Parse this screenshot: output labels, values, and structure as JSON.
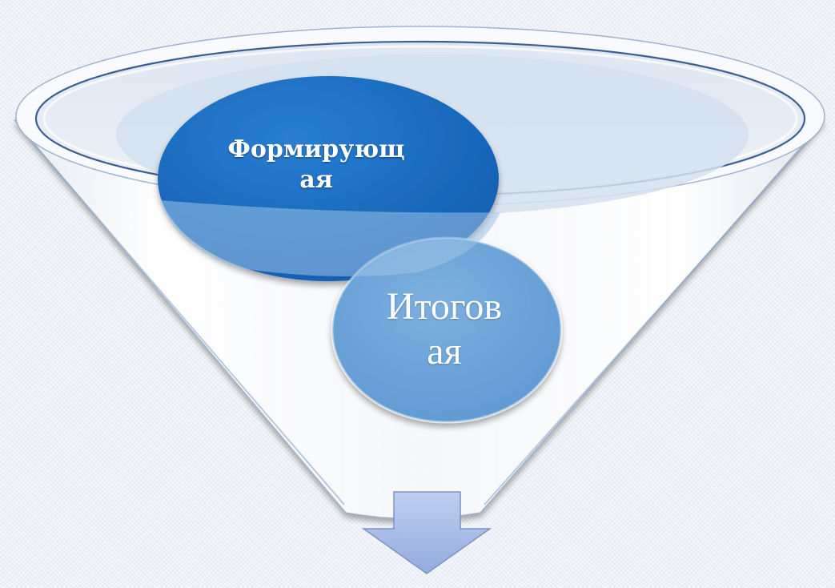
{
  "diagram": {
    "type": "funnel",
    "stages": [
      {
        "text": "Формирующ\nая",
        "color": "#1167c0"
      },
      {
        "text": "Итогов\nая",
        "color": "#6aa2d6"
      }
    ],
    "output_arrow": {
      "direction": "down",
      "color": "#a9bde5"
    }
  }
}
